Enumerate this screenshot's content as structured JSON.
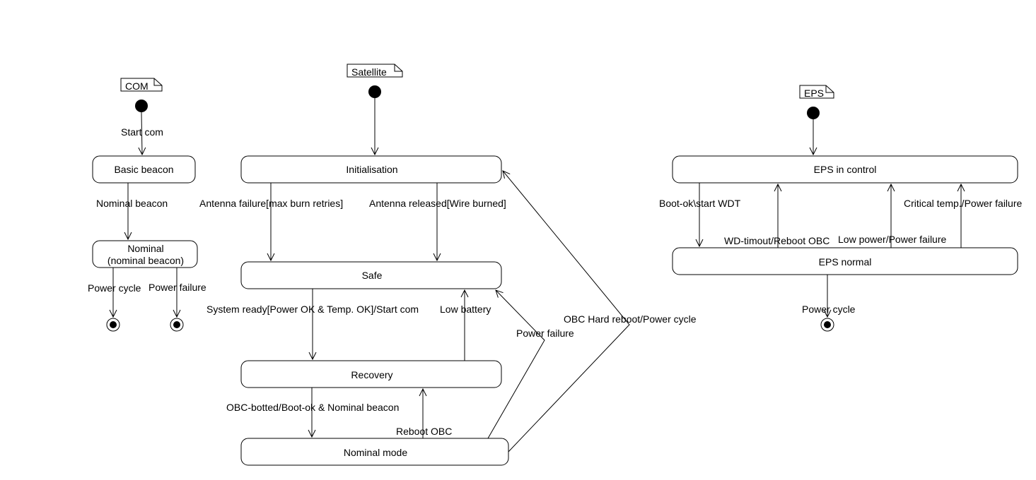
{
  "notes": {
    "com": "COM",
    "satellite": "Satellite",
    "eps": "EPS"
  },
  "states": {
    "basic_beacon": "Basic beacon",
    "nominal_line1": "Nominal",
    "nominal_line2": "(nominal beacon)",
    "initialisation": "Initialisation",
    "safe": "Safe",
    "recovery": "Recovery",
    "nominal_mode": "Nominal mode",
    "eps_in_control": "EPS in control",
    "eps_normal": "EPS normal"
  },
  "transitions": {
    "start_com": "Start com",
    "nominal_beacon": "Nominal beacon",
    "power_cycle_com": "Power cycle",
    "power_failure_com": "Power failure",
    "antenna_failure": "Antenna failure[max burn retries]",
    "antenna_released": "Antenna released[Wire burned]",
    "system_ready": "System ready[Power OK & Temp. OK]/Start com",
    "low_battery": "Low battery",
    "obc_booted": "OBC-botted/Boot-ok & Nominal beacon",
    "reboot_obc": "Reboot OBC",
    "power_failure_sat": "Power failure",
    "obc_hard_reboot": "OBC Hard reboot/Power cycle",
    "boot_ok": "Boot-ok\\start WDT",
    "wd_timeout": "WD-timout/Reboot  OBC",
    "low_power": "Low power/Power failure",
    "critical_temp": "Critical temp./Power failure",
    "power_cycle_eps": "Power cycle"
  }
}
